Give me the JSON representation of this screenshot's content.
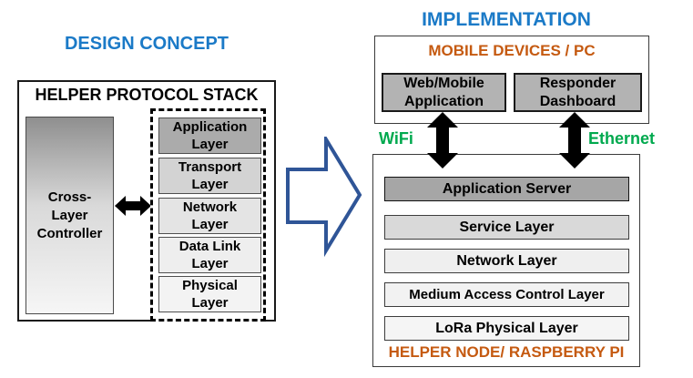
{
  "titles": {
    "design": "DESIGN CONCEPT",
    "implementation": "IMPLEMENTATION"
  },
  "design_concept": {
    "stack_title": "HELPER PROTOCOL STACK",
    "controller_label": "Cross-Layer Controller",
    "layers": [
      {
        "label": "Application Layer",
        "fill": "#ababab"
      },
      {
        "label": "Transport Layer",
        "fill": "#d3d3d3"
      },
      {
        "label": "Network Layer",
        "fill": "#e4e4e4"
      },
      {
        "label": "Data Link Layer",
        "fill": "#eeeeee"
      },
      {
        "label": "Physical Layer",
        "fill": "#f3f3f3"
      }
    ]
  },
  "implementation": {
    "mobile_devices": {
      "title": "MOBILE DEVICES / PC",
      "modules": [
        {
          "label": "Web/Mobile Application"
        },
        {
          "label": "Responder Dashboard"
        }
      ]
    },
    "links": [
      {
        "label": "WiFi"
      },
      {
        "label": "Ethernet"
      }
    ],
    "helper_node": {
      "layers": [
        {
          "label": "Application Server",
          "fill": "#a6a6a6"
        },
        {
          "label": "Service Layer",
          "fill": "#d9d9d9"
        },
        {
          "label": "Network Layer",
          "fill": "#efefef"
        },
        {
          "label": "Medium Access Control Layer",
          "fill": "#f2f2f2"
        },
        {
          "label": "LoRa Physical Layer",
          "fill": "#f5f5f5"
        }
      ],
      "footer": "HELPER NODE/ RASPBERRY PI"
    }
  },
  "colors": {
    "title_blue": "#1b7ac7",
    "accent_orange": "#c55a11",
    "link_green": "#00a94e",
    "transform_arrow_outline": "#2f5597",
    "connector_black": "#000000"
  }
}
